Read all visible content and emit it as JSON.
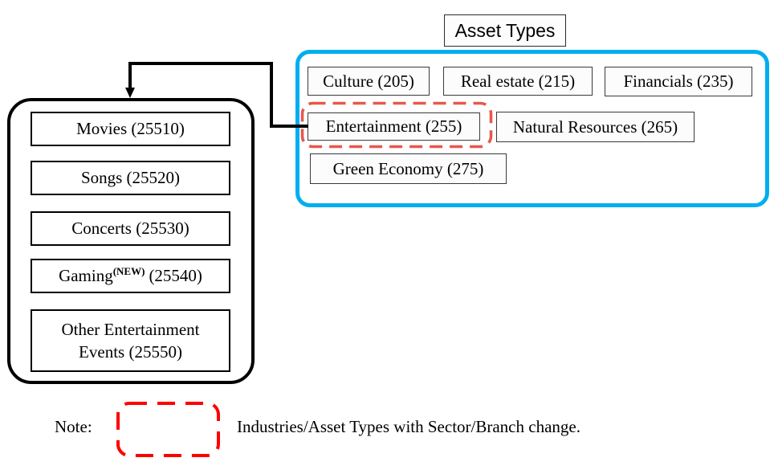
{
  "colors": {
    "accent_blue": "#00AEEF",
    "highlight_red": "#E8584C",
    "legend_red": "#FF0000",
    "line_black": "#000000"
  },
  "header": {
    "title": "Asset Types"
  },
  "asset_types": {
    "culture": {
      "label": "Culture (205)"
    },
    "real_estate": {
      "label": "Real estate (215)"
    },
    "financials": {
      "label": "Financials (235)"
    },
    "entertainment": {
      "label": "Entertainment (255)",
      "highlighted": true
    },
    "natural_resources": {
      "label": "Natural Resources (265)"
    },
    "green_economy": {
      "label": "Green Economy (275)"
    }
  },
  "entertainment_industries": {
    "movies": {
      "label": "Movies (25510)"
    },
    "songs": {
      "label": "Songs (25520)"
    },
    "concerts": {
      "label": "Concerts (25530)"
    },
    "gaming": {
      "name": "Gaming",
      "sup": "(NEW)",
      "code": "(25540)"
    },
    "other": {
      "label": "Other Entertainment Events (25550)"
    }
  },
  "note": {
    "label": "Note:",
    "text": "Industries/Asset Types with Sector/Branch change."
  }
}
